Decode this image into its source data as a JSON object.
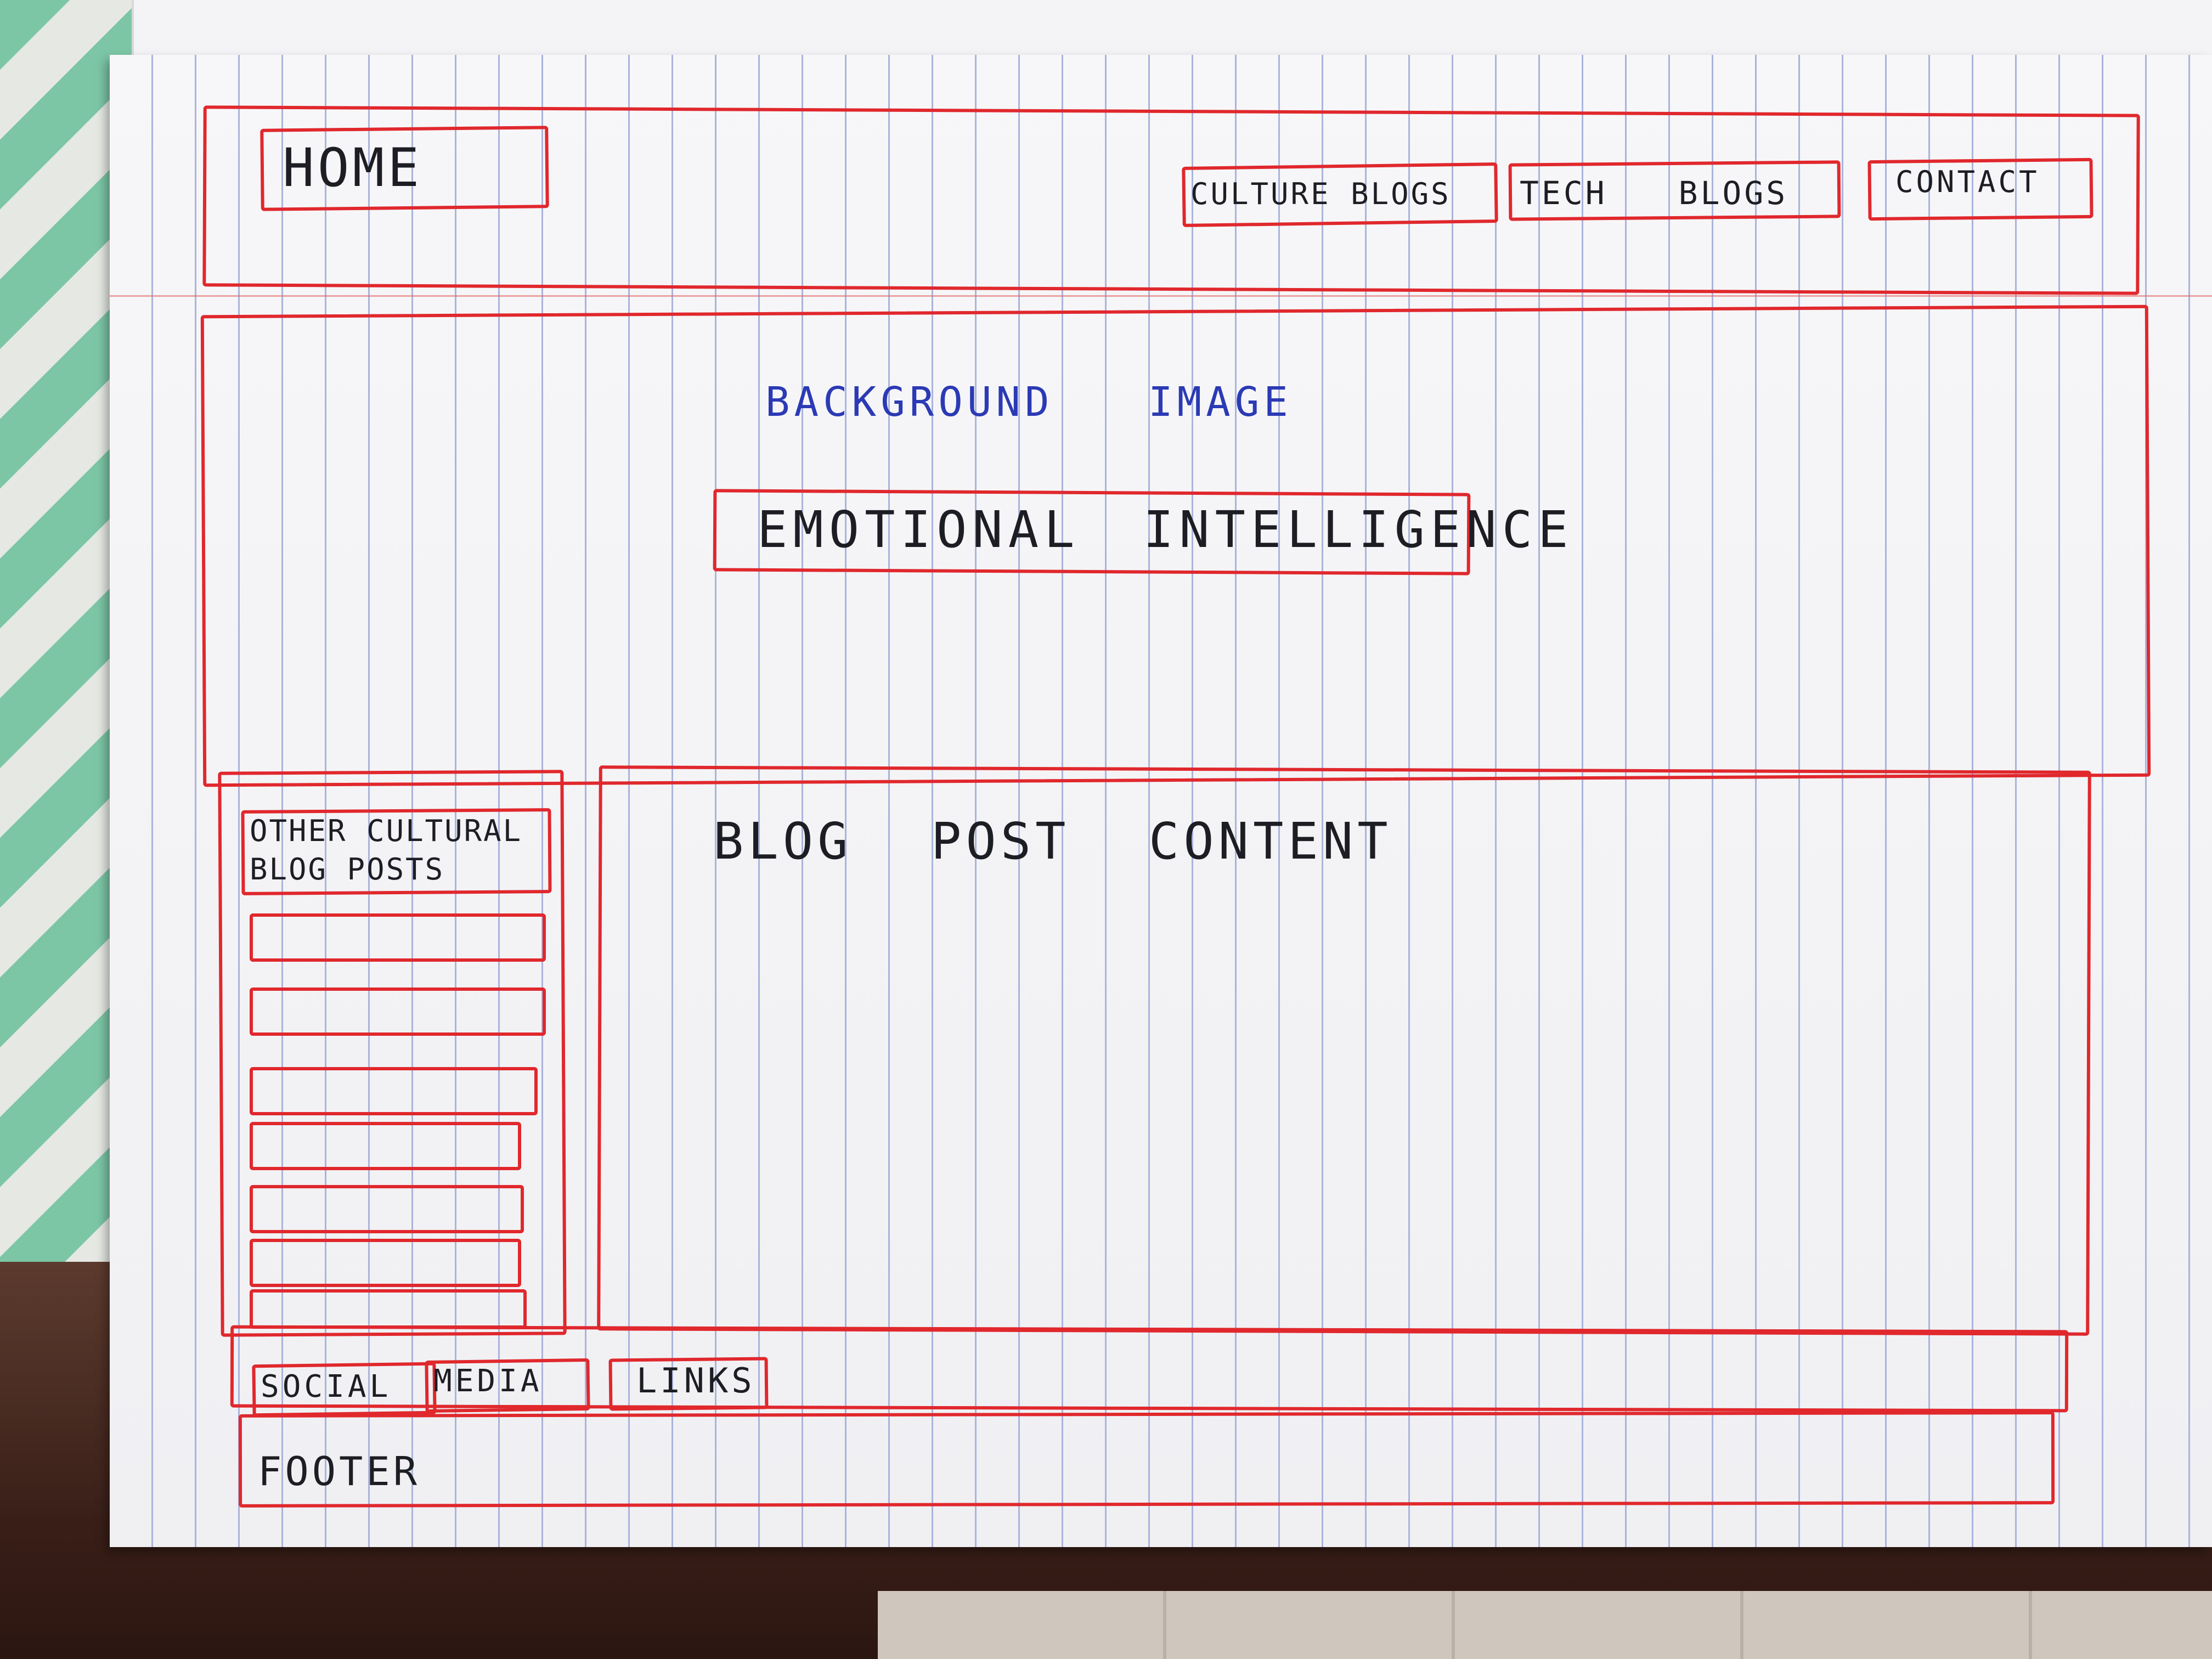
{
  "sketch": {
    "header": {
      "home_label": "HOME",
      "nav": [
        {
          "label": "CULTURE BLOGS"
        },
        {
          "label": "TECH BLOGS"
        },
        {
          "label": "CONTACT"
        }
      ]
    },
    "hero": {
      "background_note": "BACKGROUND IMAGE",
      "title": "EMOTIONAL INTELLIGENCE"
    },
    "sidebar": {
      "heading": "OTHER CULTURAL BLOG POSTS",
      "item_count": 7
    },
    "main": {
      "content_label": "BLOG POST CONTENT"
    },
    "social": {
      "labels": [
        "SOCIAL",
        "MEDIA",
        "LINKS"
      ]
    },
    "footer": {
      "label": "FOOTER"
    }
  },
  "colors": {
    "ink_red": "#e0282d",
    "ink_black": "#1d1d24",
    "ink_blue": "#2b3ab4",
    "paper": "#f7f7f9",
    "rule_line": "#aab4dc"
  }
}
